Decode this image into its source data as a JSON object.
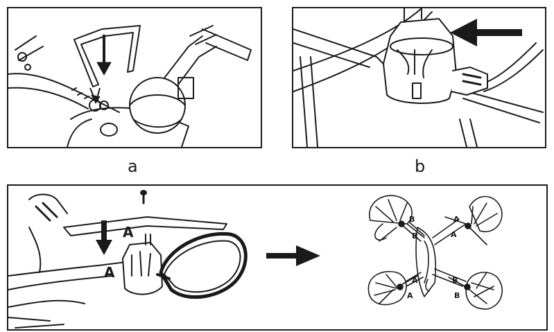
{
  "captions": {
    "a": "a",
    "b": "b"
  },
  "panel_c_labels": {
    "upper": "A",
    "lower": "A"
  },
  "drone_labels": {
    "front_left_outer": "B",
    "front_left_inner": "B",
    "front_right_outer": "A",
    "front_right_inner": "A",
    "rear_left_outer": "A",
    "rear_left_inner": "A",
    "rear_right_outer": "B",
    "rear_right_inner": "B"
  },
  "colors": {
    "line": "#1a1a1a",
    "fill": "#ffffff",
    "shade": "#d9d9d9"
  }
}
